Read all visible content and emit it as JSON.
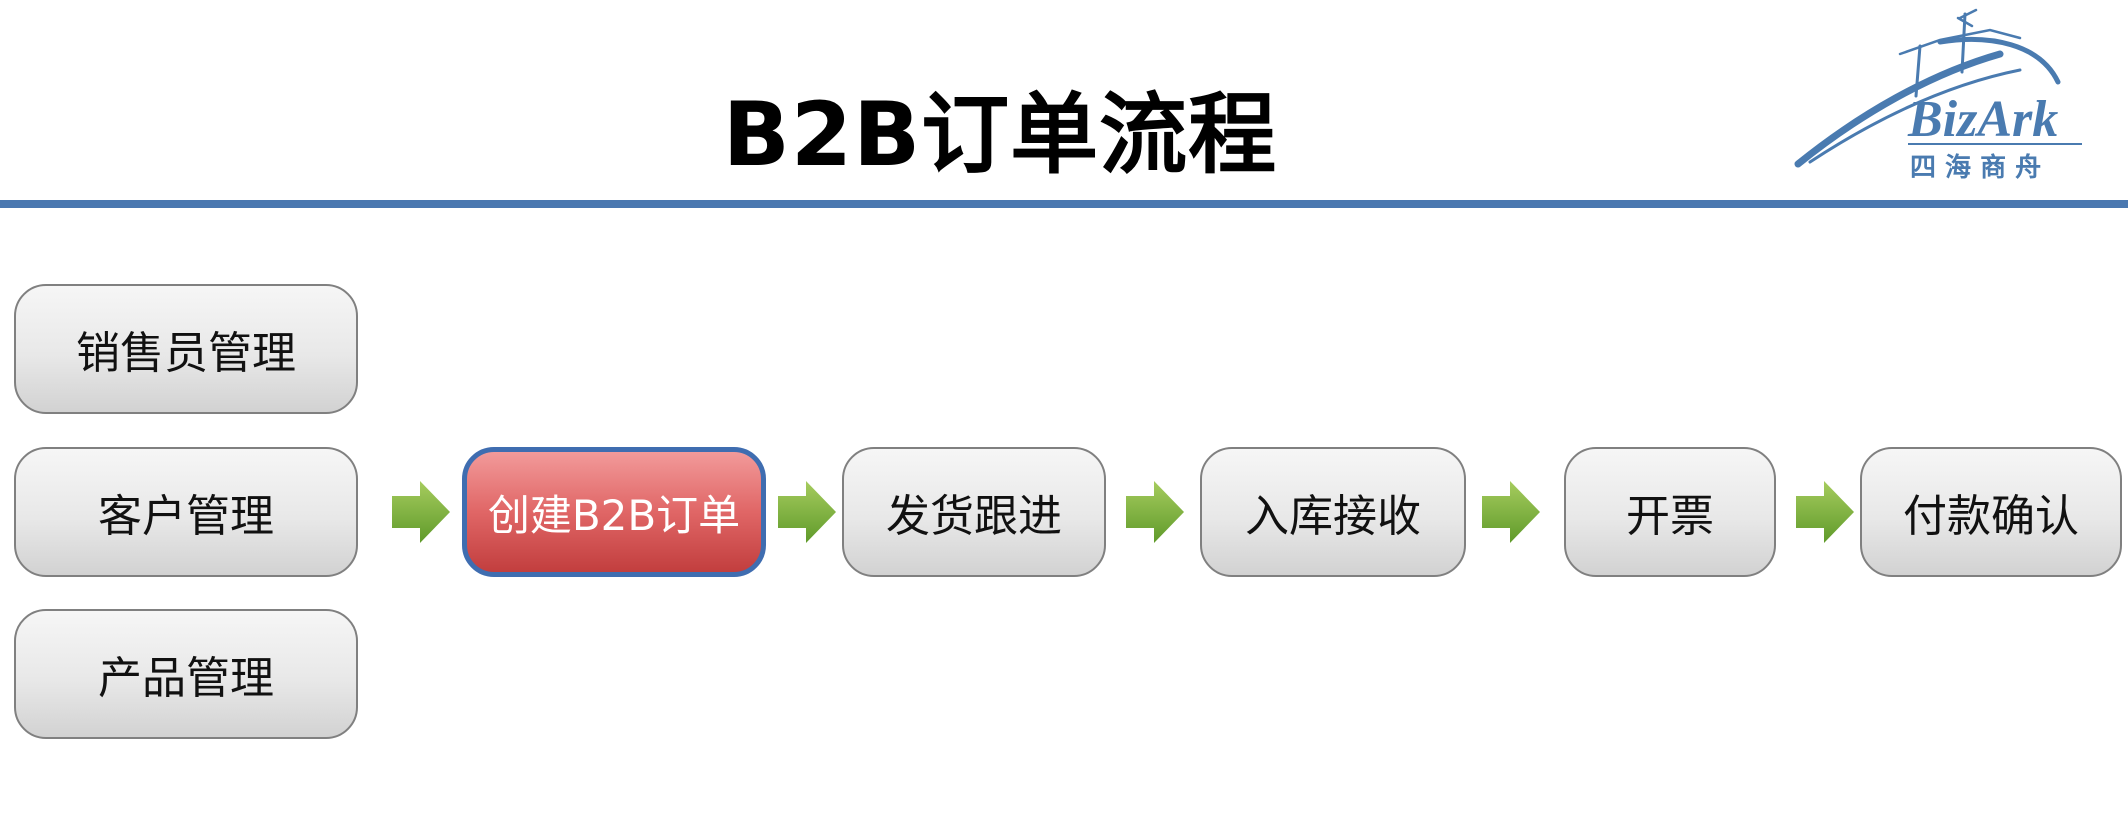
{
  "title": "B2B订单流程",
  "logo": {
    "wordmark": "BizArk",
    "subtitle": "四 海 商 舟",
    "color": "#4a7bb0"
  },
  "colors": {
    "accent_line": "#4a78b0",
    "arrow": "#7ab23c",
    "active_fill": "#d9534f",
    "active_border": "#3f6db0"
  },
  "sidebar": {
    "items": [
      {
        "label": "销售员管理"
      },
      {
        "label": "客户管理"
      },
      {
        "label": "产品管理"
      }
    ]
  },
  "flow": {
    "steps": [
      {
        "label": "创建B2B订单",
        "active": true
      },
      {
        "label": "发货跟进",
        "active": false
      },
      {
        "label": "入库接收",
        "active": false
      },
      {
        "label": "开票",
        "active": false
      },
      {
        "label": "付款确认",
        "active": false
      }
    ]
  }
}
